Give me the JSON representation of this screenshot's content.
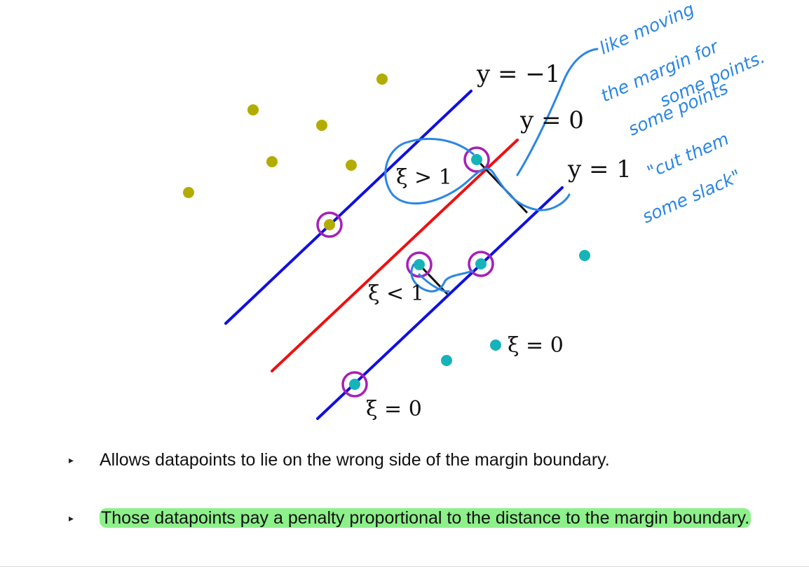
{
  "colors": {
    "positive_class": "#b3ac00",
    "negative_class": "#16b3ba",
    "margin_line": "#1010e0",
    "decision_boundary": "#ee1010",
    "support_vector_ring": "#a61fb7",
    "annotation_ink": "#2a86e3",
    "highlight": "#8df08a"
  },
  "diagram": {
    "labels": {
      "y_neg1": "y = −1",
      "y_0": "y = 0",
      "y_1": "y = 1",
      "xi_gt_1": "ξ > 1",
      "xi_lt_1": "ξ < 1",
      "xi_eq_0_right": "ξ = 0",
      "xi_eq_0_bottom": "ξ = 0"
    },
    "handwritten_note": [
      "like moving",
      "the margin for",
      "some points.",
      "some points",
      "\"cut them",
      "some slack\""
    ]
  },
  "bullets": [
    {
      "text": "Allows datapoints to lie on the wrong side of the margin boundary.",
      "highlighted": false
    },
    {
      "text": "Those datapoints pay a penalty proportional to the distance to the margin boundary.",
      "highlighted": true
    }
  ]
}
